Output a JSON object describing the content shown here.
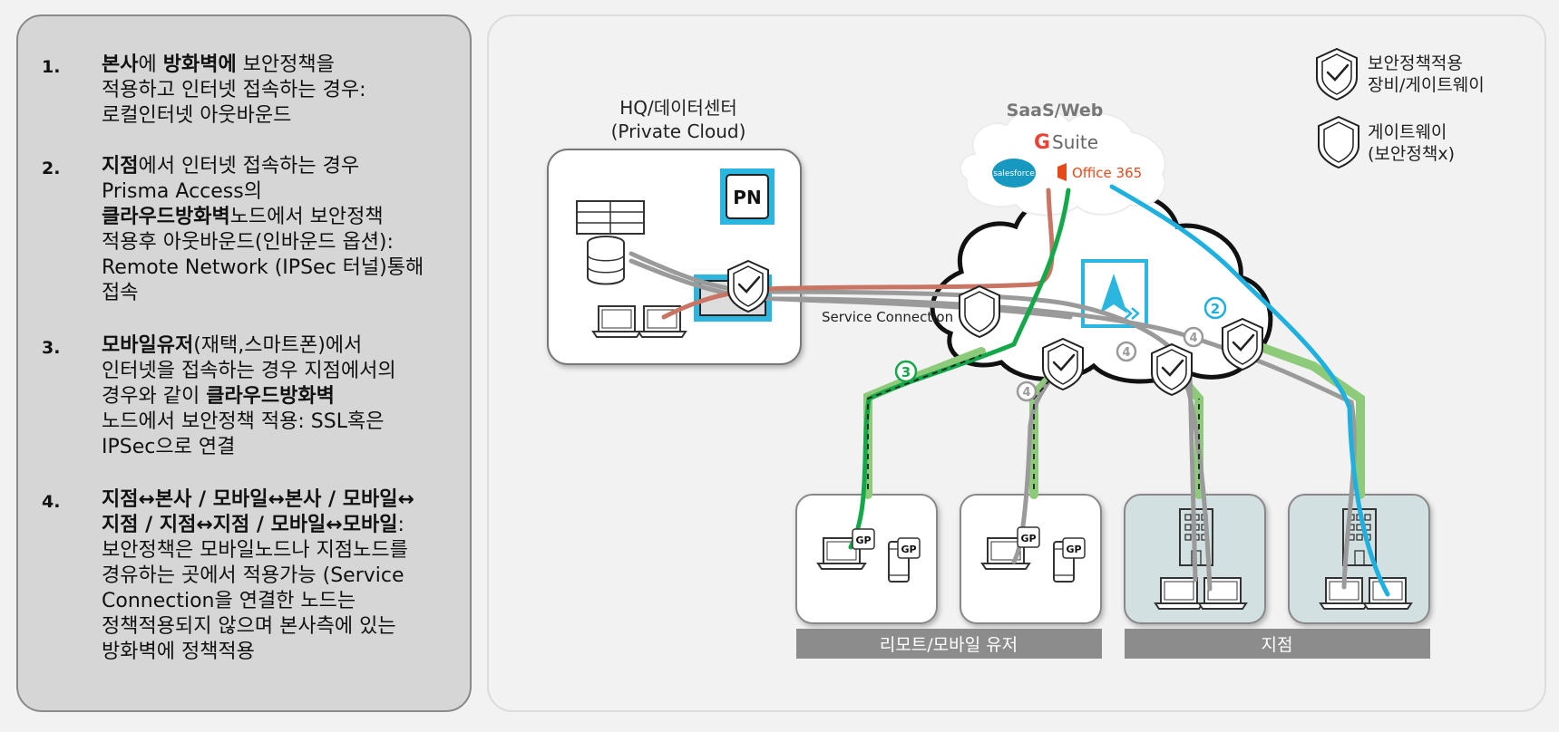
{
  "list": [
    {
      "num": "1.",
      "lines": [
        [
          {
            "t": "본사",
            "b": true
          },
          {
            "t": "에 ",
            "b": false
          },
          {
            "t": "방화벽에",
            "b": true
          },
          {
            "t": " 보안정책을",
            "b": false
          }
        ],
        [
          {
            "t": "적용하고 인터넷 접속하는 경우:",
            "b": false
          }
        ],
        [
          {
            "t": "로컬인터넷 아웃바운드",
            "b": false
          }
        ]
      ]
    },
    {
      "num": "2.",
      "lines": [
        [
          {
            "t": "지점",
            "b": true
          },
          {
            "t": "에서 인터넷 접속하는 경우",
            "b": false
          }
        ],
        [
          {
            "t": "Prisma Access의",
            "b": false
          }
        ],
        [
          {
            "t": "클라우드방화벽",
            "b": true
          },
          {
            "t": "노드에서 보안정책",
            "b": false
          }
        ],
        [
          {
            "t": "적용후 아웃바운드(인바운드 옵션):",
            "b": false
          }
        ],
        [
          {
            "t": "Remote Network (IPSec 터널)통해",
            "b": false
          }
        ],
        [
          {
            "t": "접속",
            "b": false
          }
        ]
      ]
    },
    {
      "num": "3.",
      "lines": [
        [
          {
            "t": "모바일유저",
            "b": true
          },
          {
            "t": "(재택,스마트폰)에서",
            "b": false
          }
        ],
        [
          {
            "t": "인터넷을 접속하는 경우 지점에서의",
            "b": false
          }
        ],
        [
          {
            "t": "경우와 같이 ",
            "b": false
          },
          {
            "t": "클라우드방화벽",
            "b": true
          }
        ],
        [
          {
            "t": "노드에서 보안정책 적용: SSL혹은",
            "b": false
          }
        ],
        [
          {
            "t": "IPSec으로 연결",
            "b": false
          }
        ]
      ]
    },
    {
      "num": "4.",
      "lines": [
        [
          {
            "t": "지점↔본사 / 모바일↔본사 / 모바일↔",
            "b": true
          }
        ],
        [
          {
            "t": "지점 / 지점↔지점 / 모바일↔모바일",
            "b": true
          },
          {
            "t": ":",
            "b": false
          }
        ],
        [
          {
            "t": "보안정책은 모바일노드나 지점노드를",
            "b": false
          }
        ],
        [
          {
            "t": "경유하는 곳에서 적용가능 (Service",
            "b": false
          }
        ],
        [
          {
            "t": "Connection을 연결한 노드는",
            "b": false
          }
        ],
        [
          {
            "t": "정책적용되지 않으며 본사측에 있는",
            "b": false
          }
        ],
        [
          {
            "t": "방화벽에 정책적용",
            "b": false
          }
        ]
      ]
    }
  ],
  "diagram": {
    "hq_title_1": "HQ/데이터센터",
    "hq_title_2": "(Private Cloud)",
    "pn_badge": "PN",
    "saas_title": "SaaS/Web",
    "gsuite_g": "G",
    "gsuite_label": "Suite",
    "salesforce_label": "salesforce",
    "office_label": "Office 365",
    "service_connection": "Service Connection",
    "legend_secure_1": "보안정책적용",
    "legend_secure_2": "장비/게이트웨이",
    "legend_gateway_1": "게이트웨이",
    "legend_gateway_2": "(보안정책x)",
    "gp_badge": "GP",
    "remote_label": "리모트/모바일 유저",
    "branch_label": "지점",
    "markers": {
      "m2": "2",
      "m3": "3",
      "m4": "4"
    },
    "colors": {
      "green": "#15a84a",
      "blue": "#1fb0e0",
      "salmon": "#c87564",
      "gray": "#9a9a9a",
      "light_green": "#8dcb7a",
      "panel": "#d6d6d6",
      "bar": "#8c8c8c",
      "branch_bg": "#d2e0e2",
      "accent_cyan": "#2bb6df"
    }
  }
}
